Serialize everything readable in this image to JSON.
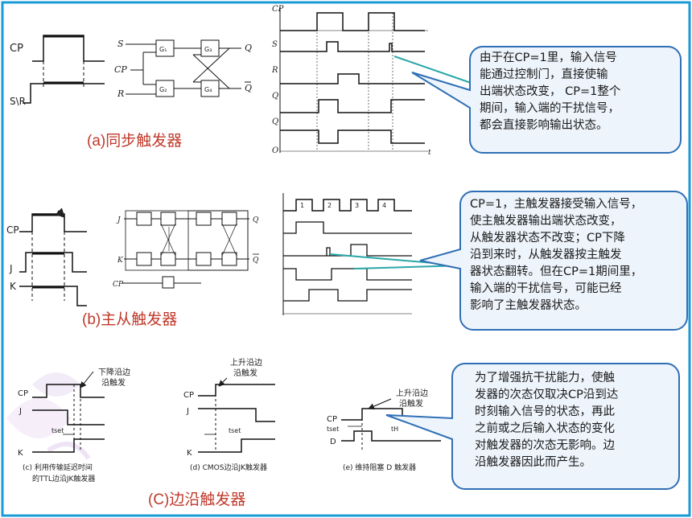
{
  "section_a": {
    "label_tag": "(a)",
    "label_text": "同步触发器",
    "bubble": "由于在CP=1里，输入信号\n能通过控制门，直接使输\n出端状态改变，  CP=1整个\n期间，输入端的干扰信号，\n都会直接影响输出状态。",
    "wave_labels": {
      "cp": "CP",
      "sr": "S\\R"
    },
    "circuit": {
      "s": "S",
      "cp": "CP",
      "r": "R",
      "q": "Q",
      "qbar": "Q"
    },
    "timing": {
      "cp": "CP",
      "s": "S",
      "r": "R",
      "q": "Q",
      "qbar": "Q",
      "zero": "O",
      "t": "t"
    }
  },
  "section_b": {
    "label_tag": "(b)",
    "label_text": "主从触发器",
    "bubble": "CP=1，主触发器接受输入信号，\n使主触发器输出端状态改变，\n从触发器状态不改变；CP下降\n沿到来时，从触发器按主触发\n器状态翻转。但在CP=1期间里，\n输入端的干扰信号，可能已经\n影响了主触发器状态。",
    "wave_labels": {
      "cp": "CP",
      "j": "J",
      "k": "K"
    },
    "circuit": {
      "j": "J",
      "k": "K",
      "cp": "CP",
      "q": "Q",
      "qbar": "Q"
    },
    "timing": {
      "pulses": [
        "1",
        "2",
        "3",
        "4"
      ]
    }
  },
  "section_c": {
    "label_tag": "(C)",
    "label_text": "边沿触发器",
    "bubble": "为了增强抗干扰能力，使触\n发器的次态仅取决CP沿到达\n时刻输入信号的状态，再此\n之前或之后输入状态的变化\n对触发器的次态无影响。边\n沿触发器因此而产生。",
    "diagrams": [
      {
        "note_1": "下降沿边",
        "note_2": "沿触发",
        "caption_1": "(c) 利用传输延迟时间",
        "caption_2": "的TTL边沿JK触发器",
        "cp": "CP",
        "j": "J",
        "k": "K",
        "tset": "tset"
      },
      {
        "note_1": "上升沿边",
        "note_2": "沿触发",
        "caption_1": "(d) CMOS边沿JK触发器",
        "cp": "CP",
        "j": "J",
        "k": "K",
        "tset": "tset"
      },
      {
        "note_1": "上升沿边",
        "note_2": "沿触发",
        "caption_1": "(e) 维持阻塞 D 触发器",
        "cp": "CP",
        "d": "D",
        "tset": "tset",
        "th": "tH"
      }
    ]
  },
  "colors": {
    "bubble_border": "#2f6fb5",
    "bubble_fill": "#eef4fb",
    "label": "#c0392b",
    "frame": "#1a9bd7",
    "highlight": "#2aa7a7"
  }
}
